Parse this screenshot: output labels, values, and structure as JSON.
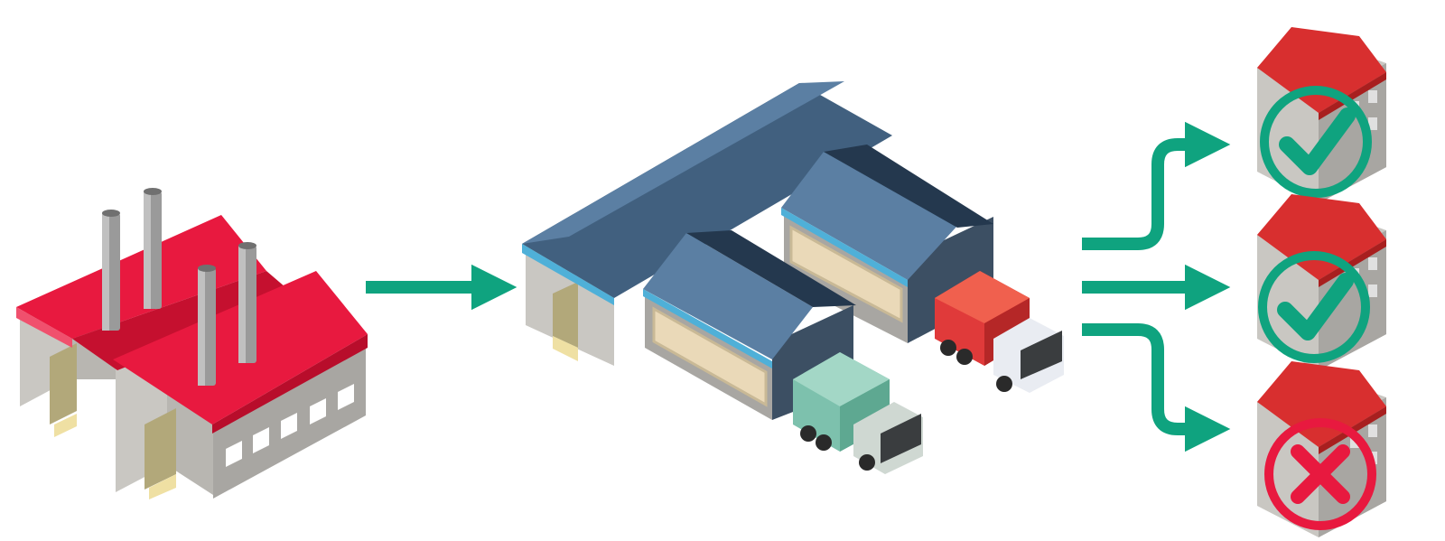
{
  "diagram": {
    "stages": [
      {
        "id": "factory",
        "icon": "factory-icon"
      },
      {
        "id": "warehouse",
        "icon": "warehouse-icon"
      },
      {
        "id": "destinations",
        "icon": "house-icon"
      }
    ],
    "vehicles": [
      {
        "icon": "truck-icon",
        "container_color": "#7dc1ad"
      },
      {
        "icon": "truck-icon",
        "container_color": "#e03a3a"
      }
    ],
    "outcomes": [
      {
        "status": "accepted",
        "icon": "check-icon",
        "color": "#0fa37f"
      },
      {
        "status": "accepted",
        "icon": "check-icon",
        "color": "#0fa37f"
      },
      {
        "status": "rejected",
        "icon": "cross-icon",
        "color": "#e8193f"
      }
    ],
    "colors": {
      "arrow": "#0fa37f",
      "factory_roof": "#e8193f",
      "warehouse_roof": "#5b7fa3",
      "house_roof": "#d82f2f",
      "check": "#0fa37f",
      "cross": "#e8193f"
    }
  }
}
